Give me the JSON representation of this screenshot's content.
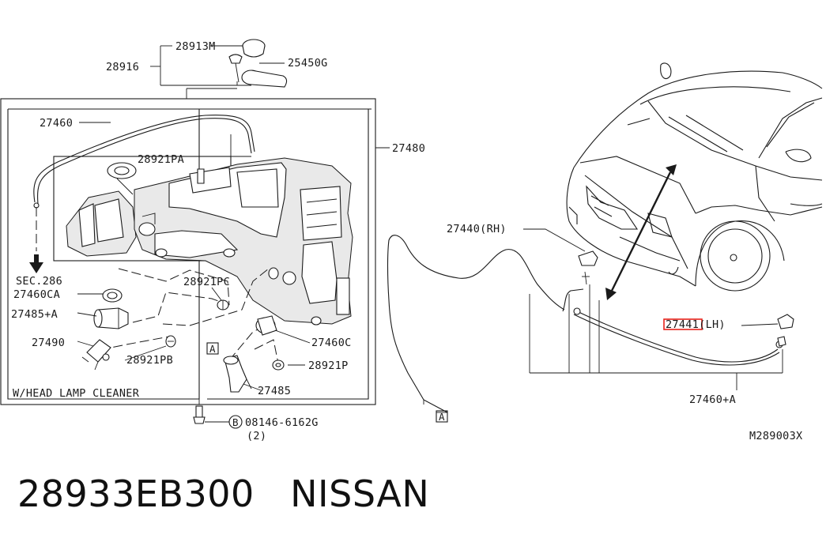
{
  "labels": {
    "p28913M": "28913M",
    "p28916": "28916",
    "p25450G": "25450G",
    "p27460": "27460",
    "p27480": "27480",
    "p28921PA": "28921PA",
    "sec286": "SEC.286",
    "p27460CA": "27460CA",
    "p27485A": "27485+A",
    "p28921PC": "28921PC",
    "p27490": "27490",
    "p28921PB": "28921PB",
    "p27460C": "27460C",
    "p28921P": "28921P",
    "p27485": "27485",
    "headlamp": "W/HEAD LAMP CLEANER",
    "bolt": "08146-6162G",
    "bolt_qty": "(2)",
    "bolt_circle": "B",
    "ref_a": "A",
    "p27440RH": "27440(RH)",
    "p27441LH": "27441(LH)",
    "p27460A": "27460+A",
    "ref_code": "M289003X"
  },
  "highlight_color": "#e8231c",
  "footer": {
    "part_number": "28933EB300",
    "brand": "NISSAN"
  }
}
